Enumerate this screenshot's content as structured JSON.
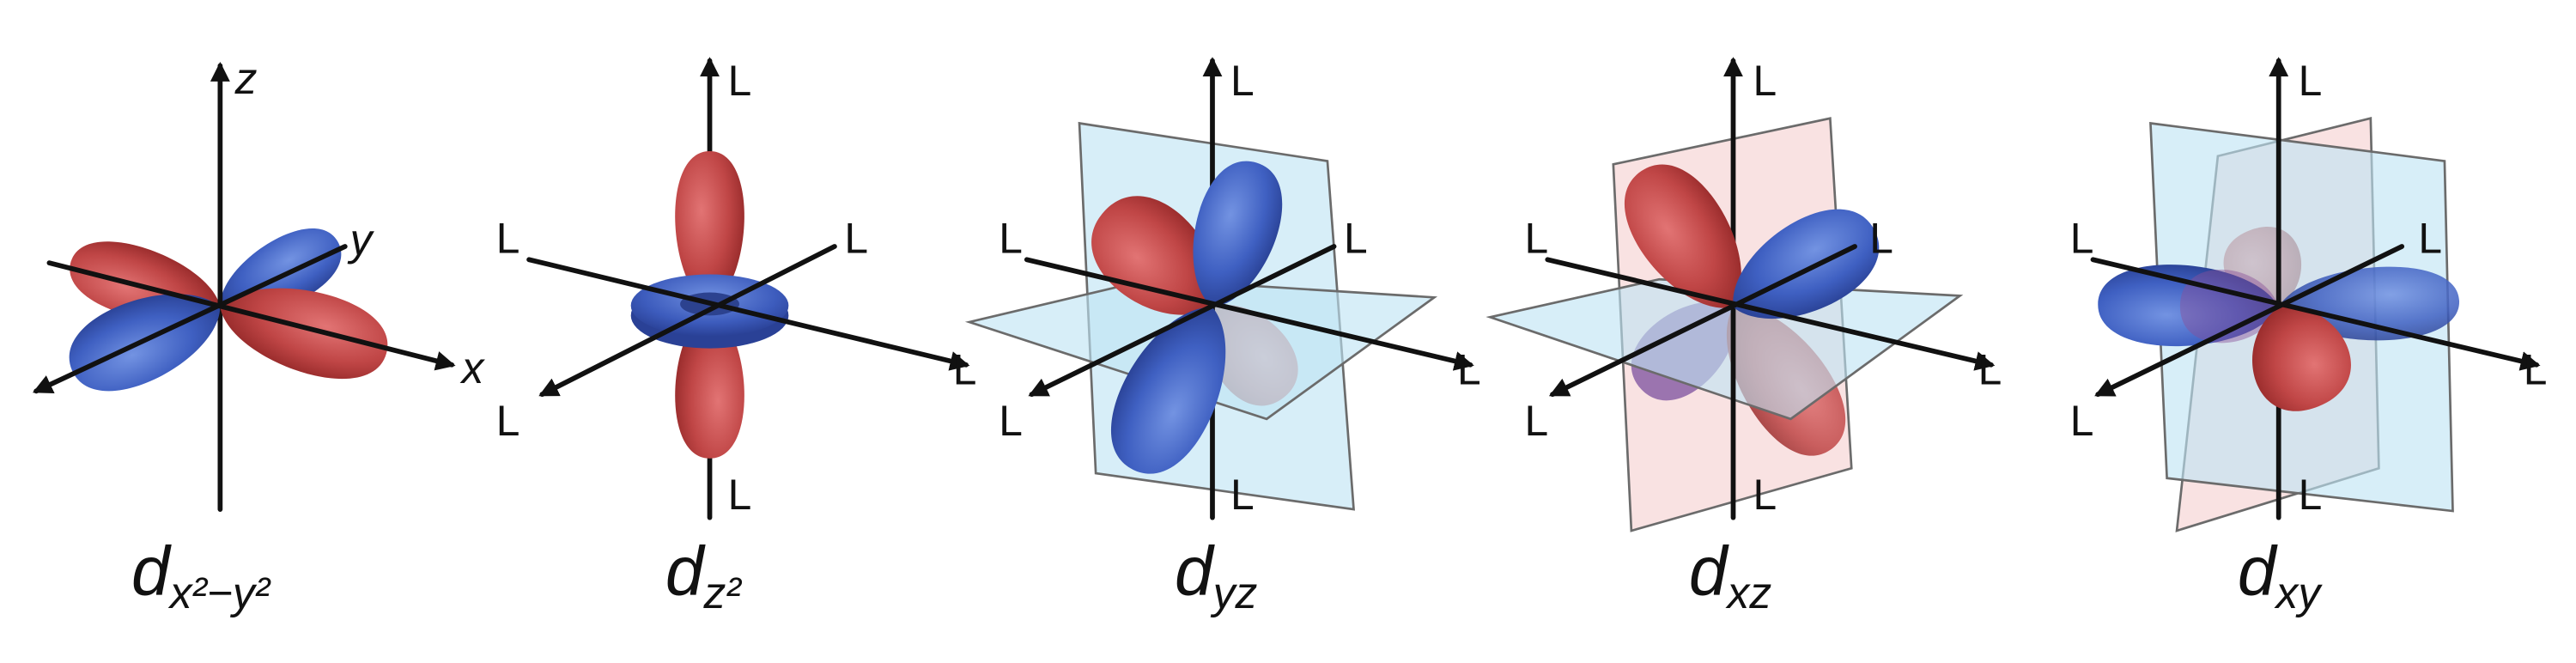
{
  "panels": [
    {
      "caption": {
        "base": "d",
        "sub": "x²−y²"
      },
      "axis_labels": [
        "z",
        "y",
        "x"
      ]
    },
    {
      "caption": {
        "base": "d",
        "sub": "z²"
      },
      "axis_labels": [
        "L",
        "L",
        "L",
        "L",
        "L",
        "L"
      ]
    },
    {
      "caption": {
        "base": "d",
        "sub": "yz"
      },
      "axis_labels": [
        "L",
        "L",
        "L",
        "L",
        "L",
        "L"
      ]
    },
    {
      "caption": {
        "base": "d",
        "sub": "xz"
      },
      "axis_labels": [
        "L",
        "L",
        "L",
        "L",
        "L",
        "L"
      ]
    },
    {
      "caption": {
        "base": "d",
        "sub": "xy"
      },
      "axis_labels": [
        "L",
        "L",
        "L",
        "L",
        "L",
        "L"
      ]
    }
  ],
  "colors": {
    "lobe_red": "#b43c3c",
    "lobe_blue": "#3a5bb0",
    "plane_blue": "#bfe3f3",
    "plane_pink": "#f6d0d0",
    "axis": "#111111"
  }
}
